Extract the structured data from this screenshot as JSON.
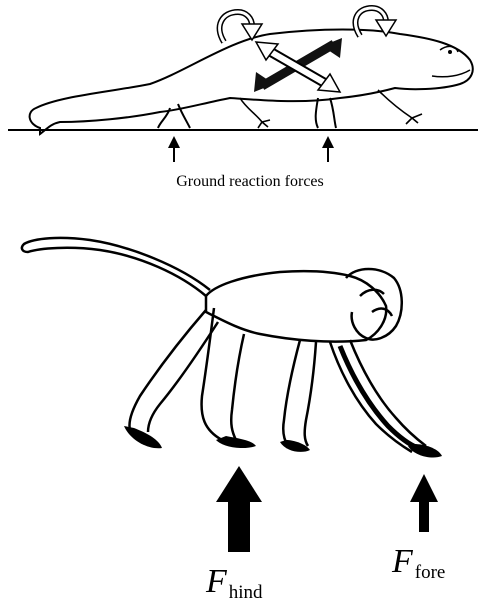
{
  "salamander_panel": {
    "caption": "Ground reaction forces"
  },
  "monkey_panel": {
    "hind_force": {
      "symbol": "F",
      "subscript": "hind"
    },
    "fore_force": {
      "symbol": "F",
      "subscript": "fore"
    }
  }
}
